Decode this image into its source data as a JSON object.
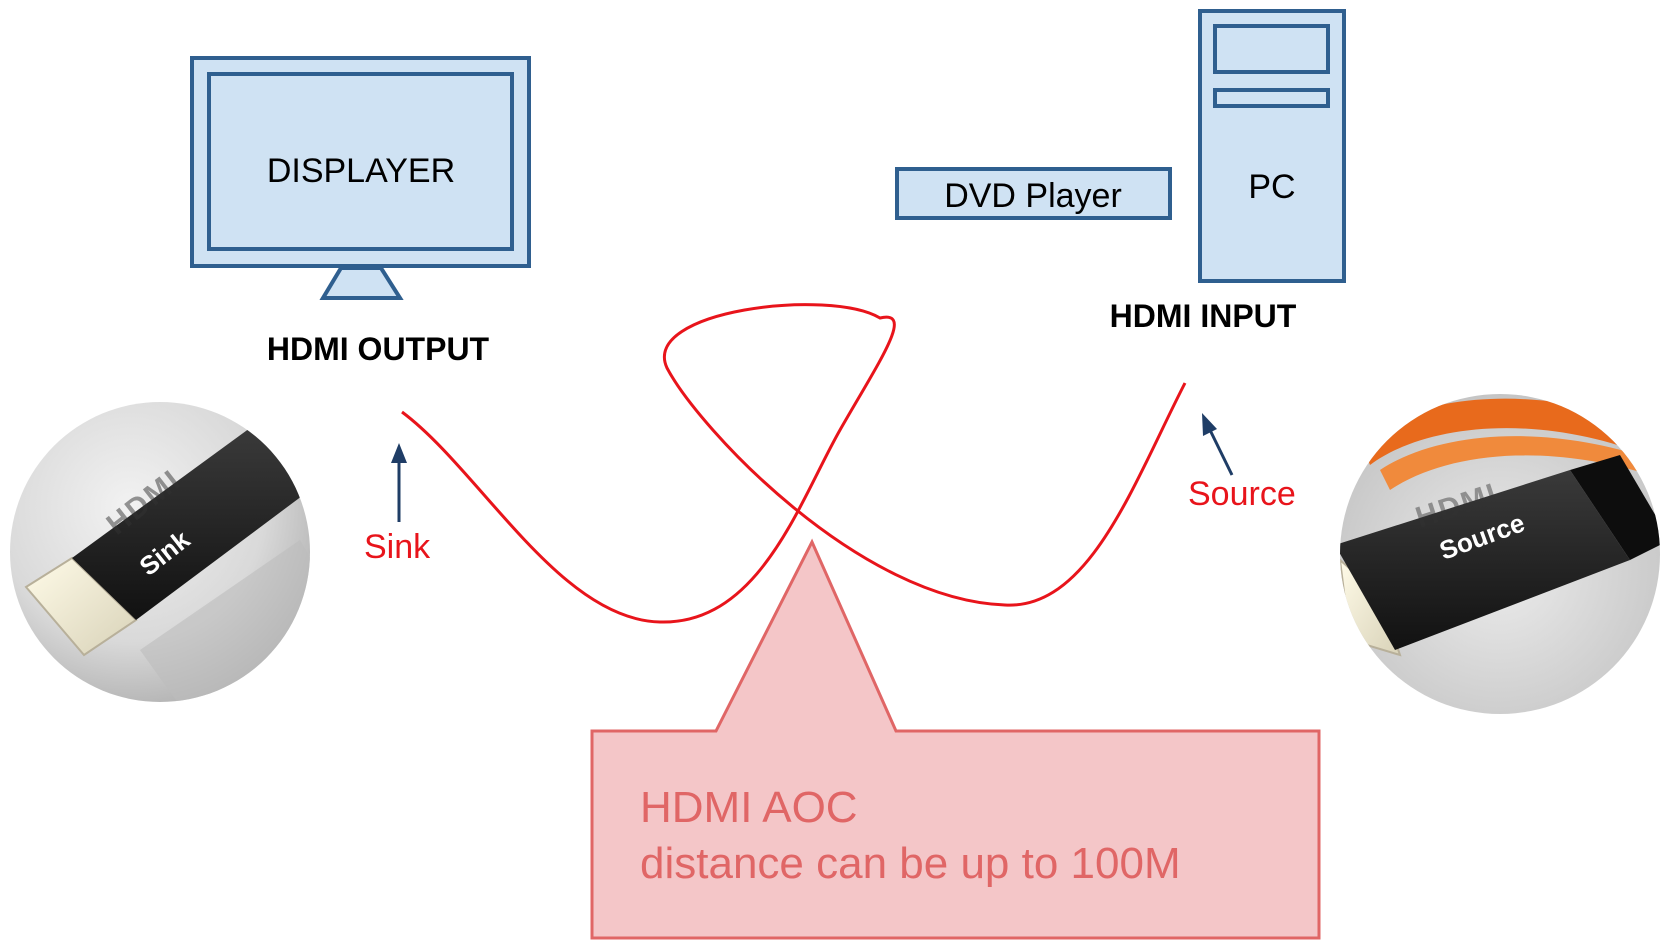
{
  "display": {
    "label": "DISPLAYER",
    "caption": "HDMI OUTPUT"
  },
  "dvd": {
    "label": "DVD Player"
  },
  "pc": {
    "label": "PC",
    "caption": "HDMI INPUT"
  },
  "sink": {
    "label": "Sink",
    "plug_text": "Sink",
    "logo_text": "HDMI"
  },
  "source": {
    "label": "Source",
    "plug_text": "Source",
    "logo_text": "HDMI"
  },
  "callout": {
    "line1": "HDMI AOC",
    "line2": "distance can be up to 100M"
  },
  "colors": {
    "device_fill": "#cfe2f3",
    "device_stroke": "#2f5f8f",
    "cable": "#e8141b",
    "arrow": "#1f3d66",
    "callout_fill": "#f4c6c8",
    "callout_stroke": "#e06666"
  }
}
